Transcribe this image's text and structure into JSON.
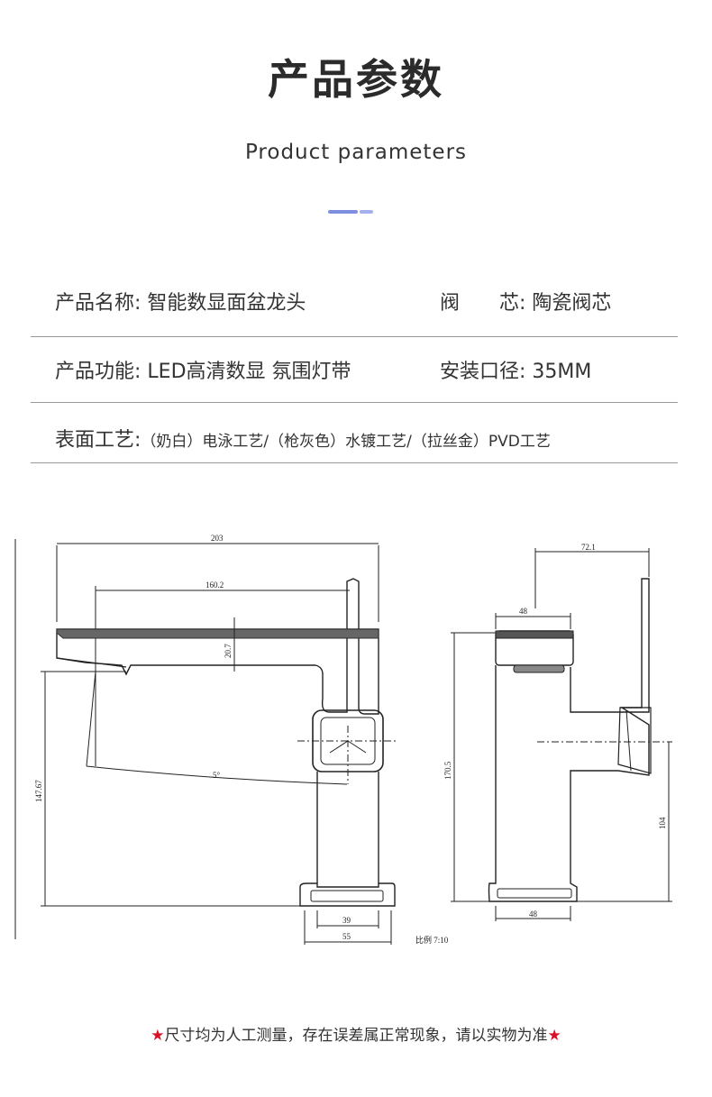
{
  "header": {
    "title_cn": "产品参数",
    "title_en": "Product parameters",
    "accent_colors": [
      "#7f8fe0",
      "#a4b0ee"
    ]
  },
  "specs": {
    "name_label": "产品名称: ",
    "name_value": "智能数显面盆龙头",
    "valve_label": "阀　　芯: ",
    "valve_value": "陶瓷阀芯",
    "function_label": "产品功能: ",
    "function_value": "LED高清数显 氛围灯带",
    "bore_label": "安装口径: ",
    "bore_value": "35MM",
    "finish_label": "表面工艺:",
    "finish_value": "（奶白）电泳工艺/（枪灰色）水镀工艺/（拉丝金）PVD工艺"
  },
  "diagram": {
    "front_dims": {
      "width": "203",
      "spout_reach": "160.2",
      "spout_thickness": "20.7",
      "height": "147.67",
      "angle": "5°",
      "base_inner": "39",
      "base_outer": "55"
    },
    "side_dims": {
      "depth": "72.1",
      "spout_depth": "48",
      "height": "170.5",
      "handle_height": "104",
      "base": "48"
    },
    "scale": "比例 7:10"
  },
  "footer": {
    "star": "★",
    "note": "尺寸均为人工测量，存在误差属正常现象，请以实物为准"
  }
}
